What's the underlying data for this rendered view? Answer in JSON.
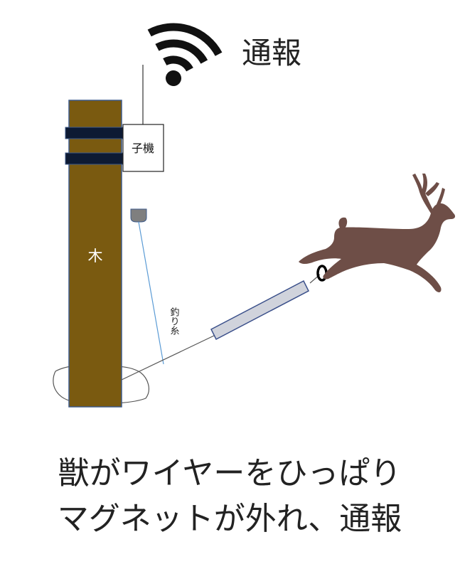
{
  "labels": {
    "notify": "通報",
    "child_unit": "子機",
    "tree": "木",
    "fishing_line": "釣り糸"
  },
  "caption": {
    "line1": "獣がワイヤーをひっぱり",
    "line2": "マグネットが外れ、通報"
  },
  "icons": {
    "signal": "wifi-signal-icon",
    "deer": "deer-icon"
  },
  "colors": {
    "tree": "#7a5a10",
    "tree_border": "#3d5a8a",
    "band": "#0d1a33",
    "deer": "#6e4e47",
    "magnet": "#7f7f7f",
    "fishing_line": "#5b9bd5",
    "tube_fill": "#d0d3dc",
    "tube_border": "#3a4f8a"
  }
}
